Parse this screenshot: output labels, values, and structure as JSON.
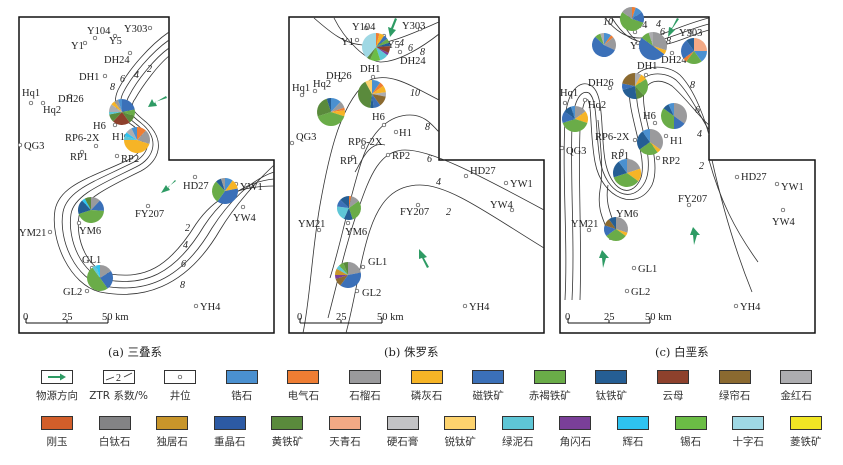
{
  "colors": {
    "arrow": "#2e9b64",
    "zircon": "#4a90d0",
    "tourmaline": "#ee7d33",
    "garnet": "#9a9a9c",
    "apatite": "#f6b426",
    "magnetite": "#3b70b8",
    "hematite": "#6aac48",
    "ilmenite": "#255e94",
    "mica": "#8e412c",
    "epidote": "#8b6a30",
    "rutile": "#adadb0",
    "corundum": "#d25e2a",
    "leucoxene": "#838385",
    "monazite": "#c8952a",
    "barite": "#2c5aa4",
    "pyrite": "#5a8a3c",
    "kyanite": "#f3a985",
    "anhydrite": "#c3c3c5",
    "anatase": "#fdd36e",
    "chlorite": "#5ec6d6",
    "hornblende": "#7a3f98",
    "pyroxene": "#2ec3f0",
    "cassiterite": "#6bbd45",
    "staurolite": "#9fd8e4",
    "siderite": "#f1e624"
  },
  "panels": [
    {
      "id": "a",
      "caption": "(a) 三叠系",
      "scale": {
        "ticks": [
          "0",
          "25",
          "50 km"
        ]
      },
      "wells": [
        {
          "name": "Y104"
        },
        {
          "name": "Y303"
        },
        {
          "name": "Y1"
        },
        {
          "name": "Y5"
        },
        {
          "name": "DH24"
        },
        {
          "name": "DH1"
        },
        {
          "name": "Hq1"
        },
        {
          "name": "DH26"
        },
        {
          "name": "Hq2"
        },
        {
          "name": "H6"
        },
        {
          "name": "RP6-2X"
        },
        {
          "name": "H1"
        },
        {
          "name": "QG3"
        },
        {
          "name": "RP1"
        },
        {
          "name": "RP2"
        },
        {
          "name": "HD27"
        },
        {
          "name": "YW1"
        },
        {
          "name": "FY207"
        },
        {
          "name": "YW4"
        },
        {
          "name": "YM21"
        },
        {
          "name": "YM6"
        },
        {
          "name": "GL1"
        },
        {
          "name": "GL2"
        },
        {
          "name": "YH4"
        }
      ],
      "contour_labels": [
        "8",
        "6",
        "4",
        "2",
        "2",
        "4",
        "6",
        "8"
      ],
      "pies": [
        {
          "well": "H6",
          "slices": [
            [
              "magnetite",
              22
            ],
            [
              "hematite",
              8
            ],
            [
              "pyrite",
              10
            ],
            [
              "mica",
              22
            ],
            [
              "pyrite",
              10
            ],
            [
              "chlorite",
              3
            ],
            [
              "rutile",
              10
            ],
            [
              "apatite",
              5
            ],
            [
              "garnet",
              5
            ],
            [
              "zircon",
              5
            ]
          ]
        },
        {
          "well": "H1",
          "slices": [
            [
              "tourmaline",
              12
            ],
            [
              "garnet",
              18
            ],
            [
              "apatite",
              45
            ],
            [
              "chlorite",
              5
            ],
            [
              "pyroxene",
              5
            ],
            [
              "rutile",
              8
            ],
            [
              "zircon",
              7
            ]
          ]
        },
        {
          "well": "YW1",
          "slices": [
            [
              "zircon",
              10
            ],
            [
              "apatite",
              12
            ],
            [
              "magnetite",
              38
            ],
            [
              "hematite",
              28
            ],
            [
              "ilmenite",
              7
            ],
            [
              "garnet",
              5
            ]
          ]
        },
        {
          "well": "YM6",
          "slices": [
            [
              "garnet",
              12
            ],
            [
              "magnetite",
              14
            ],
            [
              "hematite",
              44
            ],
            [
              "ilmenite",
              18
            ],
            [
              "pyroxene",
              4
            ],
            [
              "pyrite",
              8
            ]
          ]
        },
        {
          "well": "GL1",
          "slices": [
            [
              "garnet",
              16
            ],
            [
              "magnetite",
              24
            ],
            [
              "hematite",
              50
            ],
            [
              "chlorite",
              5
            ],
            [
              "pyroxene",
              5
            ]
          ]
        }
      ]
    },
    {
      "id": "b",
      "caption": "(b) 侏罗系",
      "scale": {
        "ticks": [
          "0",
          "25",
          "50 km"
        ]
      },
      "wells": [
        {
          "name": "Y303"
        },
        {
          "name": "Y104"
        },
        {
          "name": "Y1"
        },
        {
          "name": "Y5"
        },
        {
          "name": "DH24"
        },
        {
          "name": "DH1"
        },
        {
          "name": "DH26"
        },
        {
          "name": "Hq1"
        },
        {
          "name": "Hq2"
        },
        {
          "name": "H6"
        },
        {
          "name": "H1"
        },
        {
          "name": "QG3"
        },
        {
          "name": "RP6-2X"
        },
        {
          "name": "RP1"
        },
        {
          "name": "RP2"
        },
        {
          "name": "HD27"
        },
        {
          "name": "YW1"
        },
        {
          "name": "YW4"
        },
        {
          "name": "FY207"
        },
        {
          "name": "YM21"
        },
        {
          "name": "YM6"
        },
        {
          "name": "GL1"
        },
        {
          "name": "GL2"
        },
        {
          "name": "YH4"
        }
      ],
      "contour_labels": [
        "4",
        "6",
        "8",
        "10",
        "8",
        "6",
        "4",
        "2"
      ],
      "pies": [
        {
          "well": "Y5",
          "slices": [
            [
              "tourmaline",
              4
            ],
            [
              "apatite",
              6
            ],
            [
              "magnetite",
              5
            ],
            [
              "hematite",
              5
            ],
            [
              "ilmenite",
              4
            ],
            [
              "mica",
              8
            ],
            [
              "hornblende",
              3
            ],
            [
              "chlorite",
              10
            ],
            [
              "cassiterite",
              12
            ],
            [
              "pyrite",
              4
            ],
            [
              "staurolite",
              39
            ]
          ]
        },
        {
          "well": "DH1",
          "slices": [
            [
              "zircon",
              10
            ],
            [
              "tourmaline",
              5
            ],
            [
              "apatite",
              8
            ],
            [
              "rutile",
              5
            ],
            [
              "epidote",
              12
            ],
            [
              "magnetite",
              8
            ],
            [
              "ilmenite",
              4
            ],
            [
              "pyrite",
              40
            ],
            [
              "anatase",
              8
            ]
          ]
        },
        {
          "well": "Hq2",
          "slices": [
            [
              "zircon",
              12
            ],
            [
              "garnet",
              8
            ],
            [
              "tourmaline",
              3
            ],
            [
              "apatite",
              7
            ],
            [
              "hematite",
              40
            ],
            [
              "pyrite",
              25
            ],
            [
              "ilmenite",
              5
            ]
          ]
        },
        {
          "well": "YM6",
          "slices": [
            [
              "tourmaline",
              3
            ],
            [
              "garnet",
              12
            ],
            [
              "hematite",
              30
            ],
            [
              "ilmenite",
              12
            ],
            [
              "chlorite",
              20
            ],
            [
              "magnetite",
              10
            ],
            [
              "ilmenite",
              13
            ]
          ]
        },
        {
          "well": "GL1",
          "slices": [
            [
              "garnet",
              22
            ],
            [
              "magnetite",
              38
            ],
            [
              "epidote",
              10
            ],
            [
              "hornblende",
              5
            ],
            [
              "monazite",
              8
            ],
            [
              "chlorite",
              5
            ],
            [
              "hematite",
              6
            ],
            [
              "pyrite",
              6
            ]
          ]
        }
      ]
    },
    {
      "id": "c",
      "caption": "(c) 白垩系",
      "scale": {
        "ticks": [
          "0",
          "25",
          "50 km"
        ]
      },
      "wells": [
        {
          "name": "Y104"
        },
        {
          "name": "Y303"
        },
        {
          "name": "Y1"
        },
        {
          "name": "Y5"
        },
        {
          "name": "DH24"
        },
        {
          "name": "DH1"
        },
        {
          "name": "DH26"
        },
        {
          "name": "Hq1"
        },
        {
          "name": "Hq2"
        },
        {
          "name": "H6"
        },
        {
          "name": "RP6-2X"
        },
        {
          "name": "H1"
        },
        {
          "name": "QG3"
        },
        {
          "name": "RP1"
        },
        {
          "name": "RP2"
        },
        {
          "name": "HD27"
        },
        {
          "name": "YW1"
        },
        {
          "name": "FY207"
        },
        {
          "name": "YW4"
        },
        {
          "name": "YM21"
        },
        {
          "name": "YM6"
        },
        {
          "name": "GL1"
        },
        {
          "name": "GL2"
        },
        {
          "name": "YH4"
        }
      ],
      "contour_labels": [
        "10",
        "4",
        "6",
        "8",
        "8",
        "6",
        "4",
        "2"
      ],
      "pies": [
        {
          "well": "Y104",
          "slices": [
            [
              "tourmaline",
              5
            ],
            [
              "zircon",
              10
            ],
            [
              "magnetite",
              15
            ],
            [
              "hematite",
              55
            ],
            [
              "garnet",
              15
            ]
          ]
        },
        {
          "well": "Y1",
          "slices": [
            [
              "zircon",
              10
            ],
            [
              "tourmaline",
              4
            ],
            [
              "garnet",
              18
            ],
            [
              "magnetite",
              55
            ],
            [
              "hematite",
              8
            ],
            [
              "rutile",
              5
            ]
          ]
        },
        {
          "well": "Y5",
          "slices": [
            [
              "garnet",
              30
            ],
            [
              "apatite",
              5
            ],
            [
              "magnetite",
              50
            ],
            [
              "hematite",
              10
            ],
            [
              "rutile",
              5
            ]
          ]
        },
        {
          "well": "Y303",
          "slices": [
            [
              "kyanite",
              25
            ],
            [
              "zircon",
              15
            ],
            [
              "hematite",
              20
            ],
            [
              "tourmaline",
              5
            ],
            [
              "magnetite",
              25
            ],
            [
              "ilmenite",
              10
            ]
          ]
        },
        {
          "well": "DH1",
          "slices": [
            [
              "rutile",
              8
            ],
            [
              "apatite",
              8
            ],
            [
              "hematite",
              22
            ],
            [
              "pyrite",
              10
            ],
            [
              "ilmenite",
              22
            ],
            [
              "magnetite",
              8
            ],
            [
              "epidote",
              22
            ]
          ]
        },
        {
          "well": "Hq2",
          "slices": [
            [
              "garnet",
              15
            ],
            [
              "apatite",
              15
            ],
            [
              "hematite",
              40
            ],
            [
              "magnetite",
              15
            ],
            [
              "ilmenite",
              10
            ],
            [
              "zircon",
              5
            ]
          ]
        },
        {
          "well": "H6",
          "slices": [
            [
              "garnet",
              35
            ],
            [
              "magnetite",
              15
            ],
            [
              "hematite",
              35
            ],
            [
              "ilmenite",
              8
            ],
            [
              "zircon",
              7
            ]
          ]
        },
        {
          "well": "RP6-2X",
          "slices": [
            [
              "garnet",
              35
            ],
            [
              "apatite",
              5
            ],
            [
              "hematite",
              25
            ],
            [
              "ilmenite",
              25
            ],
            [
              "zircon",
              10
            ]
          ]
        },
        {
          "well": "RP1",
          "slices": [
            [
              "garnet",
              20
            ],
            [
              "apatite",
              15
            ],
            [
              "hematite",
              35
            ],
            [
              "ilmenite",
              20
            ],
            [
              "zircon",
              10
            ]
          ]
        },
        {
          "well": "YM6",
          "slices": [
            [
              "garnet",
              30
            ],
            [
              "apatite",
              5
            ],
            [
              "hematite",
              30
            ],
            [
              "magnetite",
              15
            ],
            [
              "epidote",
              10
            ],
            [
              "ilmenite",
              10
            ]
          ]
        }
      ]
    }
  ],
  "legend": {
    "row1": [
      {
        "key": "symbol-arrow",
        "label": "物源方向"
      },
      {
        "key": "symbol-contour",
        "label": "ZTR 系数/%",
        "sample": "2"
      },
      {
        "key": "symbol-well",
        "label": "井位"
      },
      {
        "key": "zircon",
        "label": "锆石"
      },
      {
        "key": "tourmaline",
        "label": "电气石"
      },
      {
        "key": "garnet",
        "label": "石榴石"
      },
      {
        "key": "apatite",
        "label": "磷灰石"
      },
      {
        "key": "magnetite",
        "label": "磁铁矿"
      },
      {
        "key": "hematite",
        "label": "赤褐铁矿"
      },
      {
        "key": "ilmenite",
        "label": "钛铁矿"
      },
      {
        "key": "mica",
        "label": "云母"
      },
      {
        "key": "epidote",
        "label": "绿帘石"
      },
      {
        "key": "rutile",
        "label": "金红石"
      }
    ],
    "row2": [
      {
        "key": "corundum",
        "label": "刚玉"
      },
      {
        "key": "leucoxene",
        "label": "白钛石"
      },
      {
        "key": "monazite",
        "label": "独居石"
      },
      {
        "key": "barite",
        "label": "重晶石"
      },
      {
        "key": "pyrite",
        "label": "黄铁矿"
      },
      {
        "key": "kyanite",
        "label": "天青石"
      },
      {
        "key": "anhydrite",
        "label": "硬石膏"
      },
      {
        "key": "anatase",
        "label": "锐钛矿"
      },
      {
        "key": "chlorite",
        "label": "绿泥石"
      },
      {
        "key": "hornblende",
        "label": "角闪石"
      },
      {
        "key": "pyroxene",
        "label": "辉石"
      },
      {
        "key": "cassiterite",
        "label": "锡石"
      },
      {
        "key": "staurolite",
        "label": "十字石"
      },
      {
        "key": "siderite",
        "label": "菱铁矿"
      }
    ]
  }
}
